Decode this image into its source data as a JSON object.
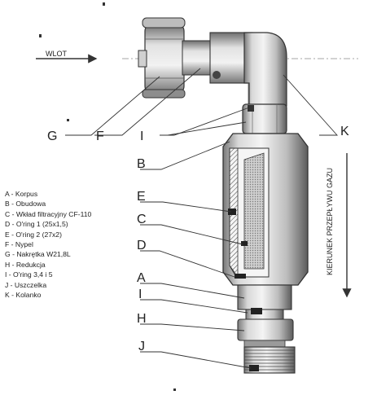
{
  "inlet_label": "WLOT",
  "flow_direction_label": "KIERUNEK PRZEPŁYWU GAZU",
  "callouts": {
    "G": "G",
    "F": "F",
    "I_top": "I",
    "K": "K",
    "B": "B",
    "E": "E",
    "C": "C",
    "D": "D",
    "A": "A",
    "I_bottom": "I",
    "H": "H",
    "J": "J"
  },
  "legend": [
    "A - Korpus",
    "B - Obudowa",
    "C - Wkład filtracyjny CF-110",
    "D - O'ring 1 (25x1,5)",
    "E - O'ring 2 (27x2)",
    "F - Nypel",
    "G - Nakrętka W21,8L",
    "H - Redukcja",
    "I - O'ring 3,4 i 5",
    "J - Uszczelka",
    "K - Kolanko"
  ]
}
